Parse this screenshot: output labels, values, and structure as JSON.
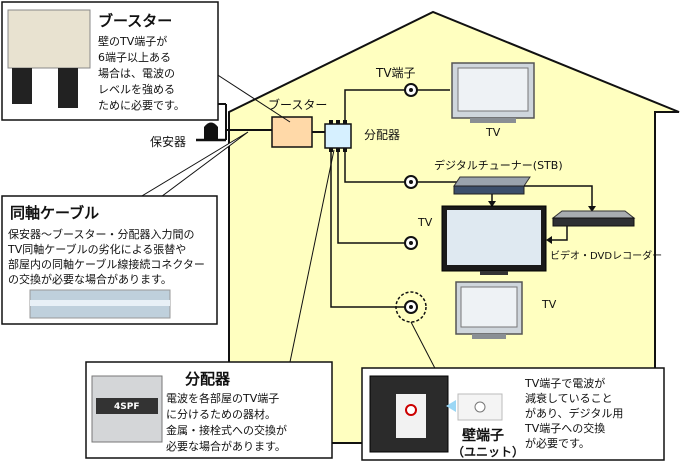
{
  "labels": {
    "booster_box_label": "ブースター",
    "splitter_label": "分配器",
    "hoanki": "保安器",
    "tv_outlet": "TV端子",
    "tv_top": "TV",
    "stb": "デジタルチューナー(STB)",
    "tv_mid": "TV",
    "dvd": "ビデオ・DVDレコーダー",
    "tv_bottom": "TV"
  },
  "booster_callout": {
    "title": "ブースター",
    "lines": [
      "壁のTV端子が",
      "6端子以上ある",
      "場合は、電波の",
      "レベルを強める",
      "ために必要です。"
    ]
  },
  "cable_callout": {
    "title": "同軸ケーブル",
    "lines": [
      "保安器～ブースター・分配器入力間の",
      "TV同軸ケーブルの劣化による張替や",
      "部屋内の同軸ケーブル線接続コネクター",
      "の交換が必要な場合があります。"
    ]
  },
  "splitter_callout": {
    "title": "分配器",
    "lines": [
      "電波を各部屋のTV端子",
      "に分けるための器材。",
      "金属・接栓式への交換が",
      "必要な場合があります。"
    ],
    "device_brand": "4SPF"
  },
  "wall_callout": {
    "title_line1": "壁端子",
    "title_line2": "（ユニット）",
    "lines": [
      "TV端子で電波が",
      "減衰していること",
      "があり、デジタル用",
      "TV端子への交換",
      "が必要です。"
    ]
  },
  "colors": {
    "house_fill": "#ffffc0",
    "booster_fill": "#ffd9a8",
    "splitter_fill": "#d6f0ff",
    "line": "#111111"
  }
}
